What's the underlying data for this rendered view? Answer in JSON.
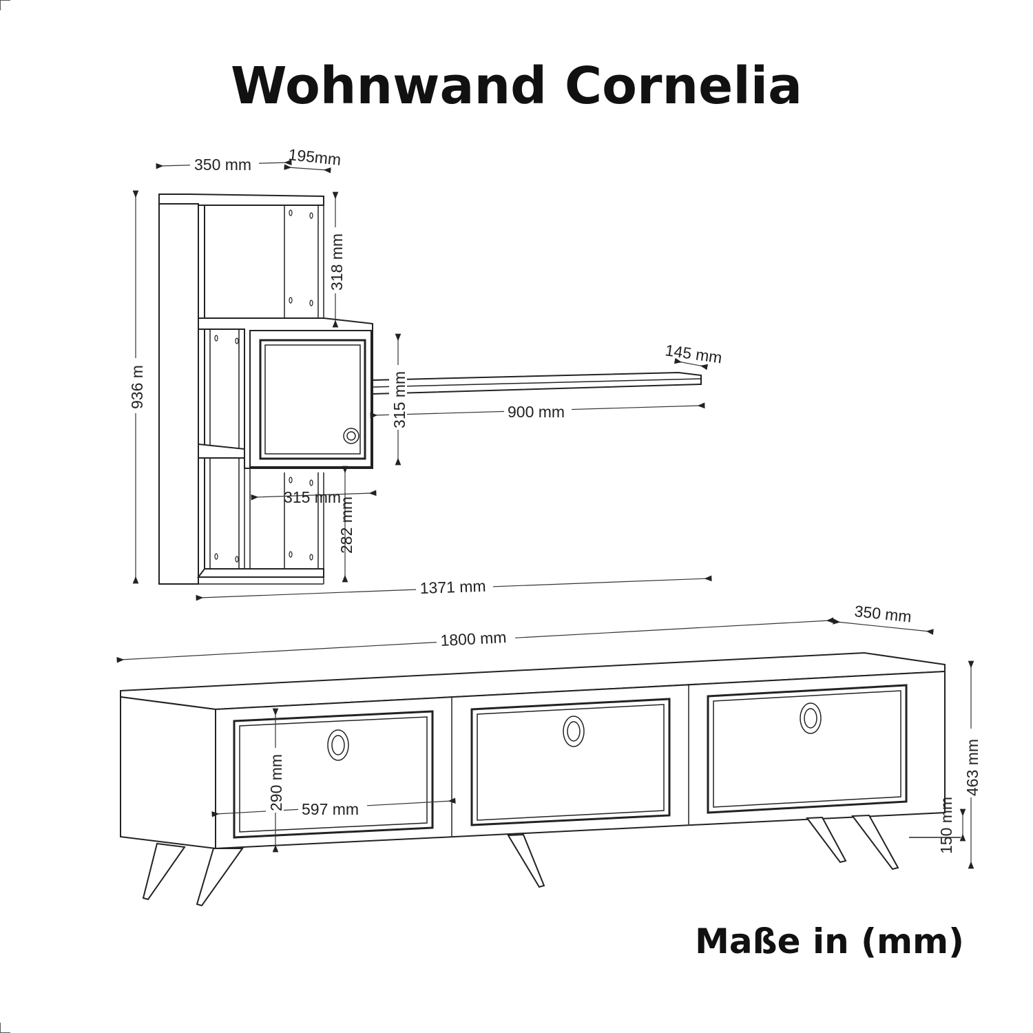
{
  "title": "Wohnwand Cornelia",
  "units_note": "Maße in (mm)",
  "dimensions": {
    "wall_unit_width": "350 mm",
    "wall_unit_depth": "195mm",
    "wall_unit_height": "936 m",
    "upper_compartment_height": "318 mm",
    "cabinet_height": "315 mm",
    "cabinet_width": "315 mm",
    "lower_compartment_height": "282 mm",
    "shelf_depth": "145 mm",
    "shelf_width": "900 mm",
    "wall_set_total_width": "1371 mm",
    "tv_unit_width": "1800 mm",
    "tv_unit_depth": "350 mm",
    "tv_unit_height": "463 mm",
    "leg_height": "150 mm",
    "drawer_height": "290 mm",
    "drawer_width": "597 mm"
  }
}
